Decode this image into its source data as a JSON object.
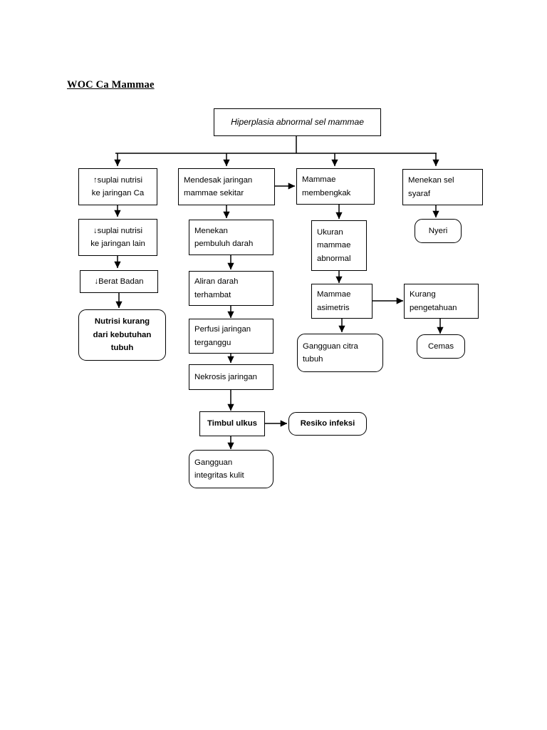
{
  "document": {
    "title": "WOC Ca Mammae"
  },
  "diagram": {
    "type": "flowchart",
    "orientation": "top-down",
    "nodes": [
      {
        "id": "root",
        "shape": "rect",
        "lines": [
          "Hiperplasia abnormal sel mammae"
        ]
      },
      {
        "id": "suplai_ca",
        "shape": "rect",
        "lines": [
          "↑suplai nutrisi",
          "ke jaringan Ca"
        ]
      },
      {
        "id": "suplai_lain",
        "shape": "rect",
        "lines": [
          "↓suplai nutrisi",
          "ke jaringan lain"
        ]
      },
      {
        "id": "berat_badan",
        "shape": "rect",
        "lines": [
          "↓Berat Badan"
        ]
      },
      {
        "id": "nutrisi_kurang",
        "shape": "rounded",
        "lines": [
          "Nutrisi kurang",
          "dari kebutuhan",
          "tubuh"
        ]
      },
      {
        "id": "mendesak",
        "shape": "rect",
        "lines": [
          "Mendesak jaringan",
          "mammae sekitar"
        ]
      },
      {
        "id": "menekan_pd",
        "shape": "rect",
        "lines": [
          "Menekan",
          "pembuluh darah"
        ]
      },
      {
        "id": "aliran",
        "shape": "rect",
        "lines": [
          "Aliran darah",
          "terhambat"
        ]
      },
      {
        "id": "perfusi",
        "shape": "rect",
        "lines": [
          "Perfusi jaringan",
          "terganggu"
        ]
      },
      {
        "id": "nekrosis",
        "shape": "rect",
        "lines": [
          "Nekrosis jaringan"
        ]
      },
      {
        "id": "ulkus",
        "shape": "rect",
        "lines": [
          "Timbul ulkus"
        ]
      },
      {
        "id": "resiko_infeksi",
        "shape": "rounded",
        "lines": [
          "Resiko infeksi"
        ]
      },
      {
        "id": "integritas",
        "shape": "rounded",
        "lines": [
          "Gangguan",
          "integritas kulit"
        ]
      },
      {
        "id": "membengkak",
        "shape": "rect",
        "lines": [
          "Mammae",
          "membengkak"
        ]
      },
      {
        "id": "ukuran",
        "shape": "rect",
        "lines": [
          "Ukuran",
          "mammae",
          "abnormal"
        ]
      },
      {
        "id": "asimetris",
        "shape": "rect",
        "lines": [
          "Mammae",
          "asimetris"
        ]
      },
      {
        "id": "citra_tubuh",
        "shape": "rounded",
        "lines": [
          "Gangguan citra",
          "tubuh"
        ]
      },
      {
        "id": "menekan_saraf",
        "shape": "rect",
        "lines": [
          "Menekan sel",
          "syaraf"
        ]
      },
      {
        "id": "nyeri",
        "shape": "rounded",
        "lines": [
          "Nyeri"
        ]
      },
      {
        "id": "kurang_peng",
        "shape": "rect",
        "lines": [
          "Kurang",
          "pengetahuan"
        ]
      },
      {
        "id": "cemas",
        "shape": "rounded",
        "lines": [
          "Cemas"
        ]
      }
    ],
    "edges": [
      {
        "from": "root",
        "to": "suplai_ca"
      },
      {
        "from": "root",
        "to": "mendesak"
      },
      {
        "from": "root",
        "to": "membengkak"
      },
      {
        "from": "root",
        "to": "menekan_saraf"
      },
      {
        "from": "suplai_ca",
        "to": "suplai_lain"
      },
      {
        "from": "suplai_lain",
        "to": "berat_badan"
      },
      {
        "from": "berat_badan",
        "to": "nutrisi_kurang"
      },
      {
        "from": "mendesak",
        "to": "menekan_pd"
      },
      {
        "from": "mendesak",
        "to": "membengkak"
      },
      {
        "from": "menekan_pd",
        "to": "aliran"
      },
      {
        "from": "aliran",
        "to": "perfusi"
      },
      {
        "from": "perfusi",
        "to": "nekrosis"
      },
      {
        "from": "nekrosis",
        "to": "ulkus"
      },
      {
        "from": "ulkus",
        "to": "resiko_infeksi"
      },
      {
        "from": "ulkus",
        "to": "integritas"
      },
      {
        "from": "membengkak",
        "to": "ukuran"
      },
      {
        "from": "ukuran",
        "to": "asimetris"
      },
      {
        "from": "asimetris",
        "to": "citra_tubuh"
      },
      {
        "from": "asimetris",
        "to": "kurang_peng"
      },
      {
        "from": "menekan_saraf",
        "to": "nyeri"
      },
      {
        "from": "kurang_peng",
        "to": "cemas"
      }
    ],
    "colors": {
      "stroke": "#000000",
      "fill": "#ffffff",
      "text": "#000000"
    }
  }
}
